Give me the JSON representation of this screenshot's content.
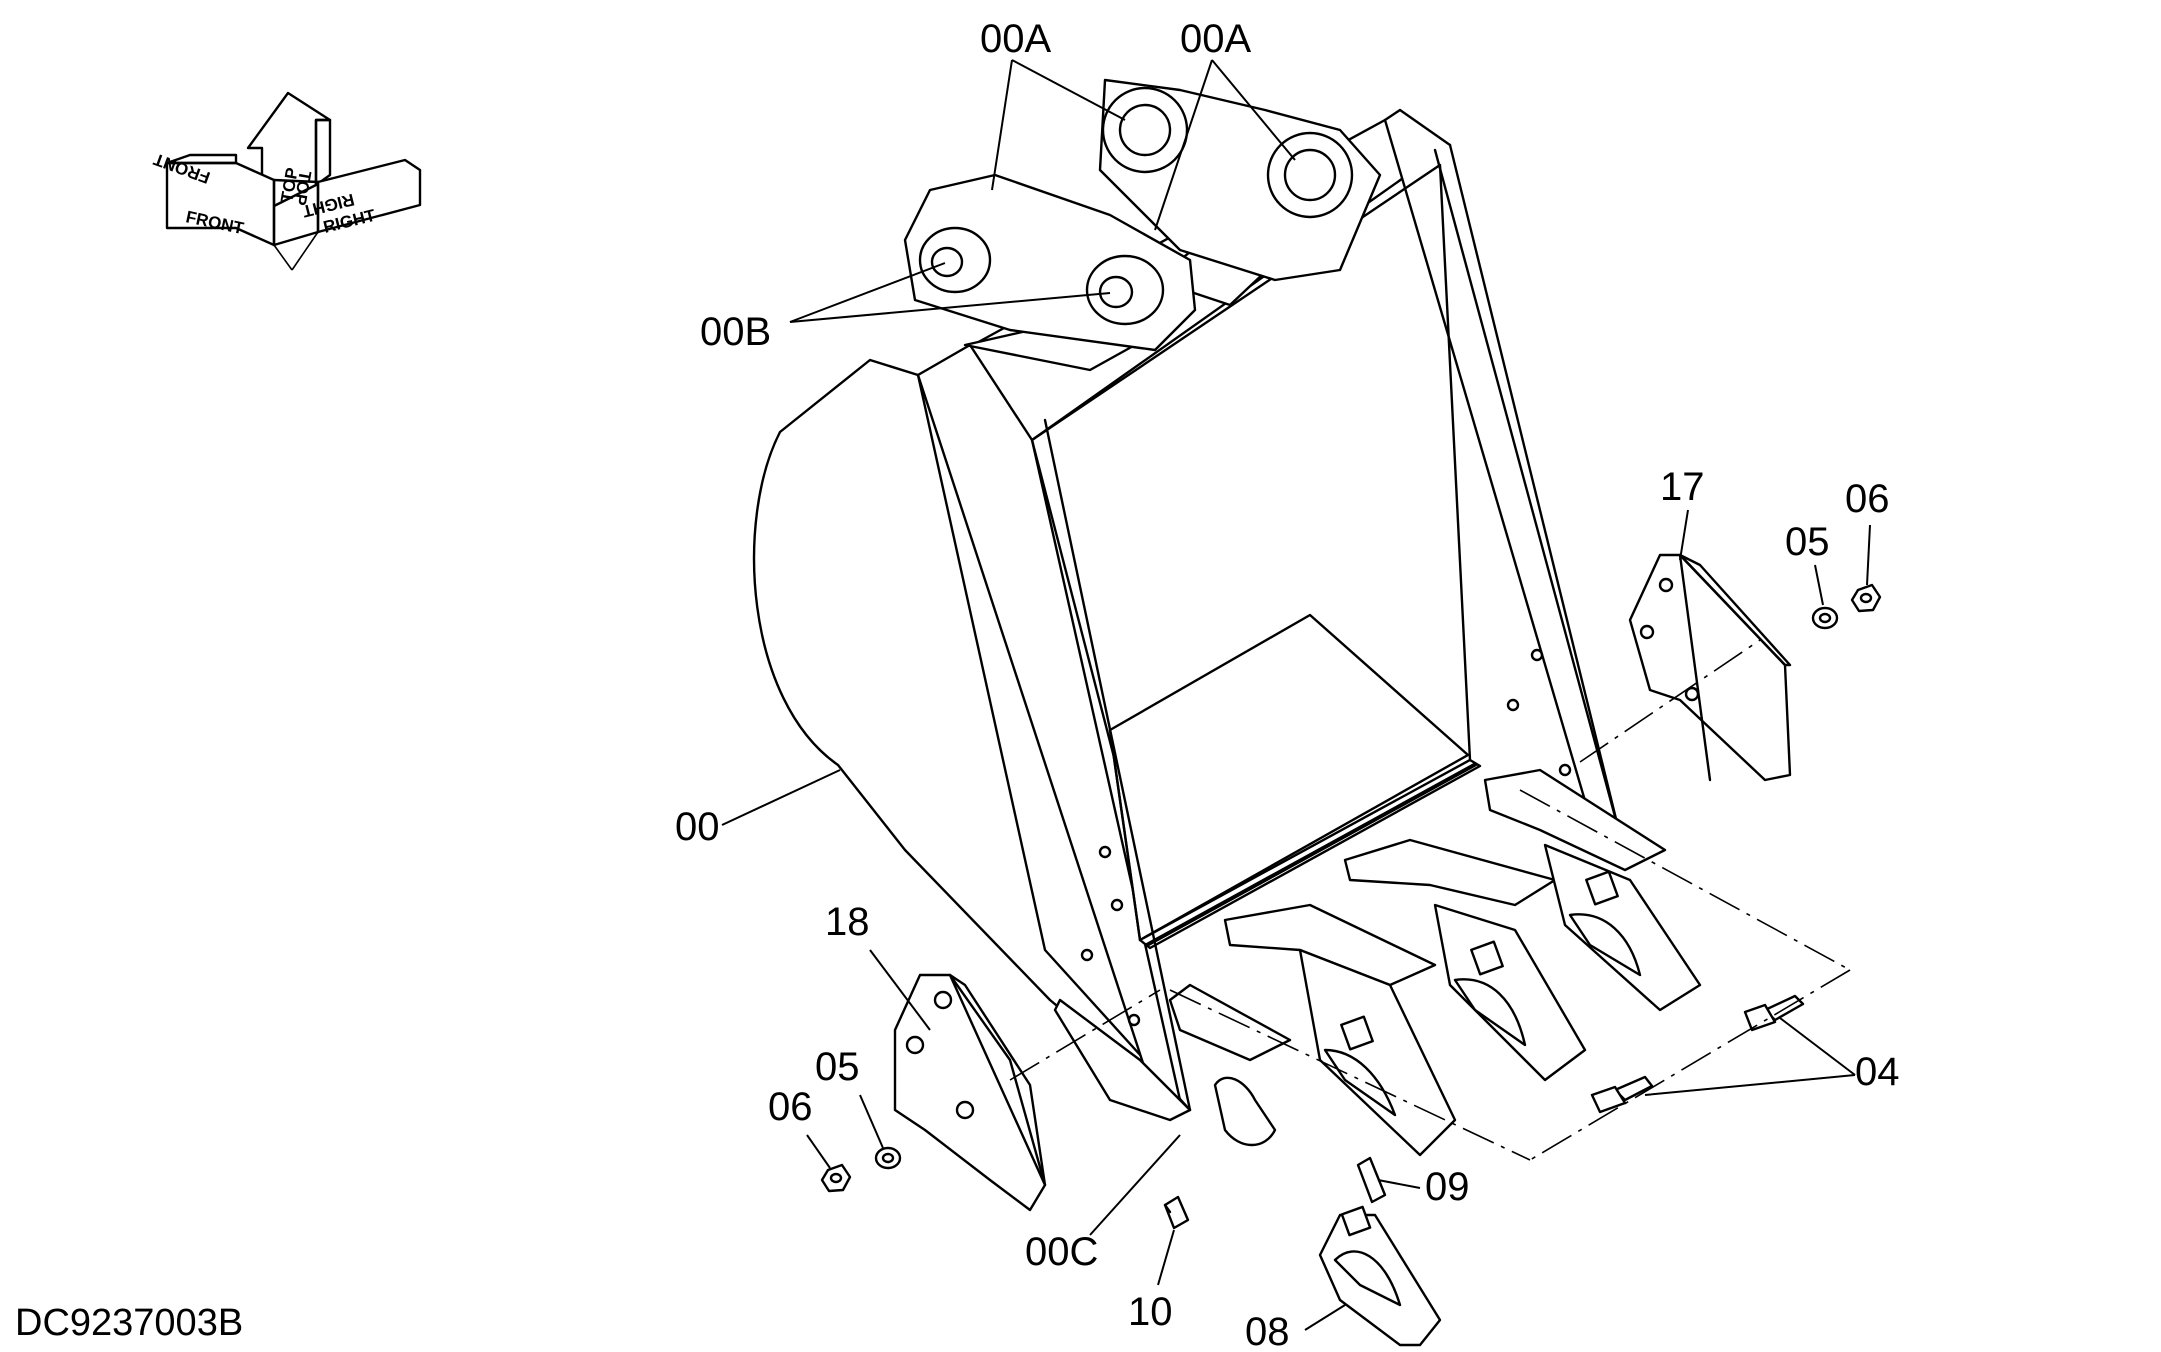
{
  "drawing_id": "DC9237003B",
  "orientation": {
    "top": "TOP",
    "front": "FRONT",
    "right": "RIGHT"
  },
  "callouts": {
    "00": "00",
    "00A_left": "00A",
    "00A_right": "00A",
    "00B": "00B",
    "00C": "00C",
    "04": "04",
    "05_left": "05",
    "05_right": "05",
    "06_left": "06",
    "06_right": "06",
    "08": "08",
    "09": "09",
    "10": "10",
    "17": "17",
    "18": "18"
  }
}
